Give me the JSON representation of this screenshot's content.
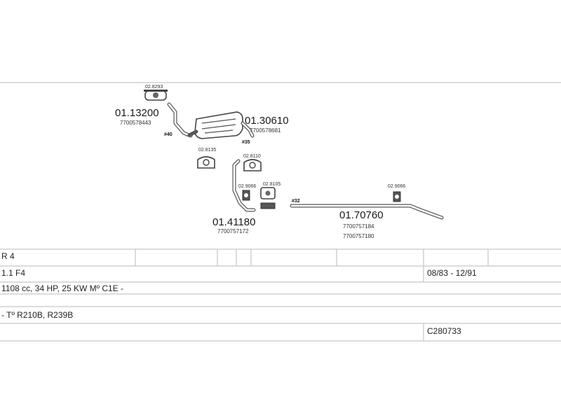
{
  "parts": {
    "clamp_top": {
      "code": "02.8293"
    },
    "front_pipe": {
      "code": "01.13200",
      "oem": "7700578443"
    },
    "silencer": {
      "code": "01.30610",
      "oem": "7700578681"
    },
    "mount_left": {
      "code": "02.8135"
    },
    "mount_right": {
      "code": "02.8110"
    },
    "clamp_mid1": {
      "code": "02.9066"
    },
    "clamp_mid2": {
      "code": "02.8105"
    },
    "middle_pipe": {
      "code": "01.41180",
      "oem": "7700757172"
    },
    "tail_pipe": {
      "code": "01.70760",
      "oem1": "7700757184",
      "oem2": "7700757180"
    },
    "clamp_tail": {
      "code": "02.9066"
    }
  },
  "refs": {
    "r40": "#40",
    "r35": "#35",
    "r32": "#32"
  },
  "info": {
    "model": "R 4",
    "engine": "1.1 F4",
    "date_range": "08/83 - 12/91",
    "specs": "1108 cc, 34 HP, 25 KW  Mº C1E -",
    "types": "- Tº R210B, R239B",
    "catalog_code": "C280733"
  }
}
